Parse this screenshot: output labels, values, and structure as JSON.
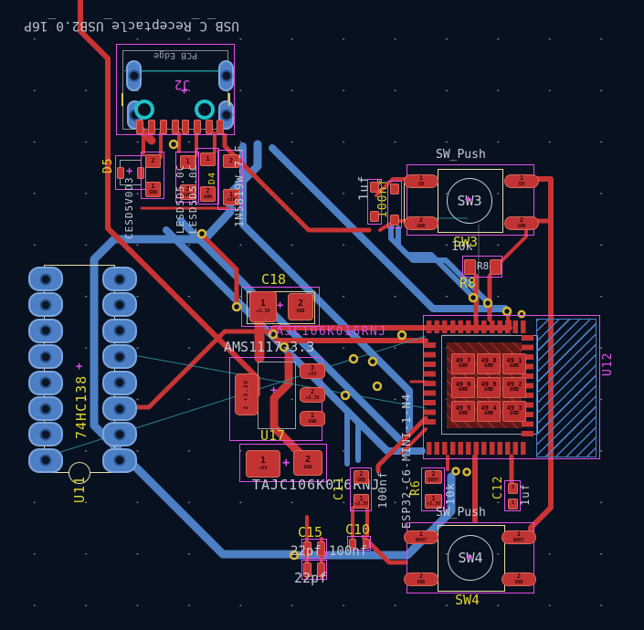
{
  "usb": {
    "title": "USB_C_Receptacle_USB2.0_16P",
    "edge_label": "PCB Edge",
    "ref": "J2"
  },
  "cluster": {
    "d5_ref": "D5",
    "d4_ref": "D4",
    "value1": "CESD5V0D3",
    "value2": "LESD5D5.0C",
    "value3": "LESD5D5.0C",
    "value4": "1N5819W-7-F",
    "compB": {
      "top": {
        "num": "2",
        "net": ""
      },
      "bot": {
        "num": "1",
        "net": "GND"
      }
    },
    "compC": {
      "top": {
        "num": "1",
        "net": ""
      },
      "bot": {
        "num": "2",
        "net": "GND"
      }
    },
    "compD": {
      "top": {
        "num": "1",
        "net": ""
      },
      "bot": {
        "num": "2",
        "net": "GND"
      }
    },
    "compE": {
      "top": {
        "num": "2",
        "net": ""
      },
      "bot": {
        "num": "1",
        "net": "+5V"
      }
    }
  },
  "decoup_caps": {
    "left_value": "1uf",
    "right_value": "100nf"
  },
  "sw3": {
    "title": "SW_Push",
    "circle_label": "SW3",
    "ref": "SW3",
    "pads": {
      "tl": {
        "num": "1",
        "net": "EN"
      },
      "tr": {
        "num": "1",
        "net": "EN"
      },
      "bl": {
        "num": "2",
        "net": "GND"
      },
      "br": {
        "num": "2",
        "net": "GND"
      }
    }
  },
  "r8": {
    "value": "10k",
    "fab_label": "R8",
    "ref": "R8"
  },
  "c18": {
    "ref": "C18",
    "pad1": {
      "num": "1",
      "net": "+3.3V"
    },
    "pad2": {
      "num": "2",
      "net": "GND"
    }
  },
  "tant_top": {
    "value": "TAJC106K016RNJ"
  },
  "reg": {
    "value": "AMS1117-3.3",
    "ref": "U17",
    "tab": {
      "num": "2",
      "net": "+3.3V"
    },
    "pad3": {
      "num": "3",
      "net": "+5V"
    },
    "pad2": {
      "num": "2",
      "net": "+3.3V"
    },
    "pad1": {
      "num": "1",
      "net": "GND"
    }
  },
  "tant_main": {
    "value": "TAJC106K016RNJ",
    "pad1": {
      "num": "1",
      "net": "+5V"
    },
    "pad2": {
      "num": "2",
      "net": "GND"
    }
  },
  "c11": {
    "ref": "C11",
    "value": "100nf",
    "pad_top": {
      "num": "2",
      "net": "GND"
    },
    "pad_bot": {
      "num": "1",
      "net": "+3.3V"
    }
  },
  "r6": {
    "ref": "R6",
    "value": "10k",
    "pad_top": {
      "num": "2",
      "net": "BOOT"
    },
    "pad_bot": {
      "num": "1",
      "net": "+3.3V"
    }
  },
  "c12": {
    "ref": "C12",
    "value": "1uf",
    "pad_top": {
      "num": "2",
      "net": ""
    },
    "pad_bot": {
      "num": "1",
      "net": ""
    }
  },
  "esp32": {
    "ref": "U12",
    "value": "ESP32-C6-MINI-1-N4",
    "grid_net": "GND",
    "grid": [
      [
        "49_7",
        "49_8",
        "49_1"
      ],
      [
        "49_6",
        "49_9",
        "49_2"
      ],
      [
        "49_5",
        "49_4",
        "49_3"
      ]
    ]
  },
  "u11": {
    "ref": "U11",
    "value": "74HC138"
  },
  "sw4": {
    "title": "SW_Push",
    "circle_label": "SW4",
    "ref": "SW4",
    "pads": {
      "tl": {
        "num": "1",
        "net": "BOOT"
      },
      "tr": {
        "num": "1",
        "net": "BOOT"
      },
      "bl": {
        "num": "2",
        "net": "GND"
      },
      "br": {
        "num": "2",
        "net": "GND"
      }
    }
  },
  "caps_bottom": {
    "c15_ref": "C15",
    "c15_value": "22pf",
    "c10_ref": "C10",
    "c10_value": "100nf",
    "c16_value": "22pf"
  }
}
